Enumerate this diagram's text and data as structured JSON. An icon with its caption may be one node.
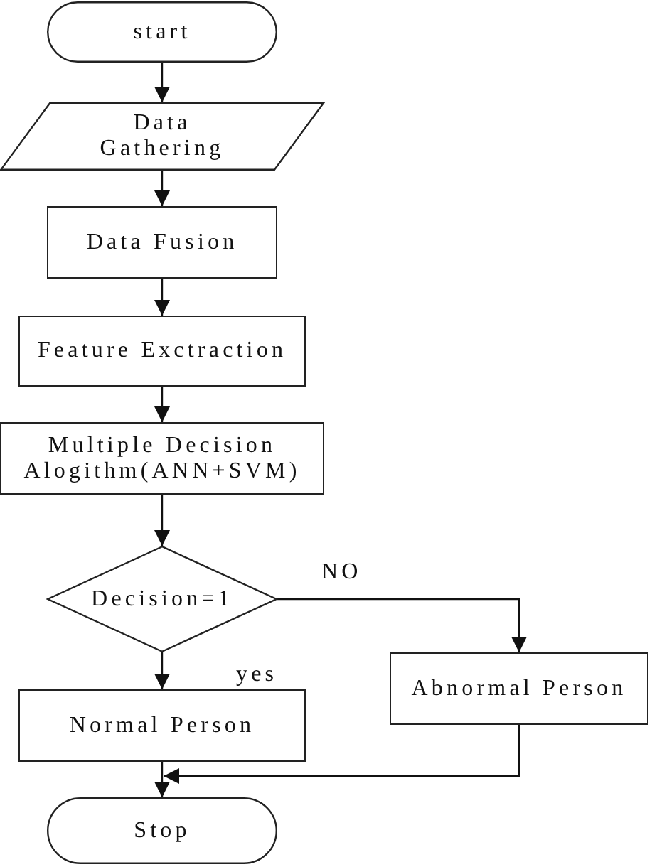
{
  "diagram": {
    "nodes": [
      {
        "text": [
          "start"
        ]
      },
      {
        "text": [
          "Data Gathering"
        ]
      },
      {
        "text": [
          "Data Fusion"
        ]
      },
      {
        "text": [
          "Feature Exctraction"
        ]
      },
      {
        "text": [
          "Multiple Decision Alogithm(ANN+SVM)"
        ]
      },
      {
        "text": [
          "Decision=1"
        ]
      },
      {
        "text": [
          "Normal Person"
        ]
      },
      {
        "text": [
          "Abnormal Person"
        ]
      },
      {
        "text": [
          "Stop"
        ]
      }
    ],
    "edges": [
      {
        "from": 0,
        "to": 1,
        "arrow": "to"
      },
      {
        "from": 1,
        "to": 2,
        "arrow": "to"
      },
      {
        "from": 2,
        "to": 3,
        "arrow": "to"
      },
      {
        "from": 3,
        "to": 4,
        "arrow": "to"
      },
      {
        "from": 4,
        "to": 5,
        "arrow": "to"
      },
      {
        "from": 5,
        "to": 7,
        "label": "NO",
        "arrow": "to"
      },
      {
        "from": 5,
        "to": 6,
        "label": "yes",
        "arrow": "to"
      },
      {
        "from": 6,
        "to": 8,
        "arrow": "to"
      },
      {
        "from": 7,
        "to": 8,
        "arrow": "to"
      }
    ]
  }
}
